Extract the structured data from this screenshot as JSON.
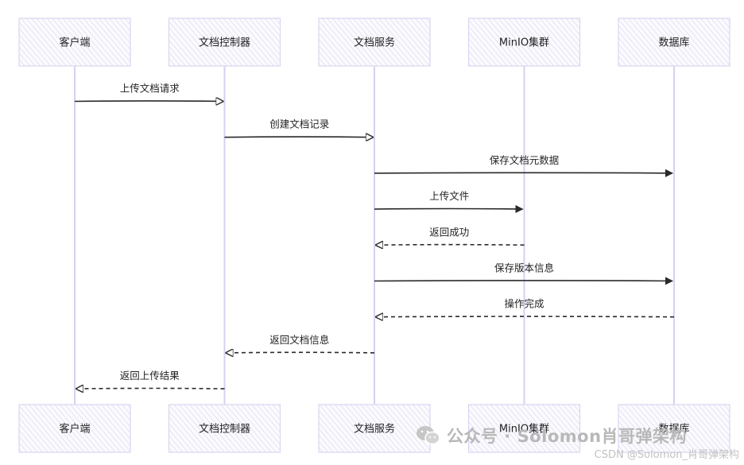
{
  "participants": [
    {
      "id": "client",
      "label": "客户端"
    },
    {
      "id": "controller",
      "label": "文档控制器"
    },
    {
      "id": "service",
      "label": "文档服务"
    },
    {
      "id": "minio",
      "label": "MinIO集群"
    },
    {
      "id": "db",
      "label": "数据库"
    }
  ],
  "messages": [
    {
      "from": "client",
      "to": "controller",
      "label": "上传文档请求",
      "type": "request",
      "arrow": "open"
    },
    {
      "from": "controller",
      "to": "service",
      "label": "创建文档记录",
      "type": "request",
      "arrow": "open"
    },
    {
      "from": "service",
      "to": "db",
      "label": "保存文档元数据",
      "type": "request",
      "arrow": "filled"
    },
    {
      "from": "service",
      "to": "minio",
      "label": "上传文件",
      "type": "request",
      "arrow": "filled"
    },
    {
      "from": "minio",
      "to": "service",
      "label": "返回成功",
      "type": "reply",
      "arrow": "open"
    },
    {
      "from": "service",
      "to": "db",
      "label": "保存版本信息",
      "type": "request",
      "arrow": "filled"
    },
    {
      "from": "db",
      "to": "service",
      "label": "操作完成",
      "type": "reply",
      "arrow": "open"
    },
    {
      "from": "service",
      "to": "controller",
      "label": "返回文档信息",
      "type": "reply",
      "arrow": "open"
    },
    {
      "from": "controller",
      "to": "client",
      "label": "返回上传结果",
      "type": "reply",
      "arrow": "open"
    }
  ],
  "watermark": {
    "icon": "wechat-icon",
    "text": "公众号 · Solomon肖哥弹架构",
    "csdn": "CSDN @Solomon_肖哥弹架构"
  },
  "colors": {
    "box_stroke": "#d9d6ef",
    "box_hatch": "#e4e1f4",
    "lifeline": "#d6d1f0",
    "line": "#2a2a2a"
  }
}
